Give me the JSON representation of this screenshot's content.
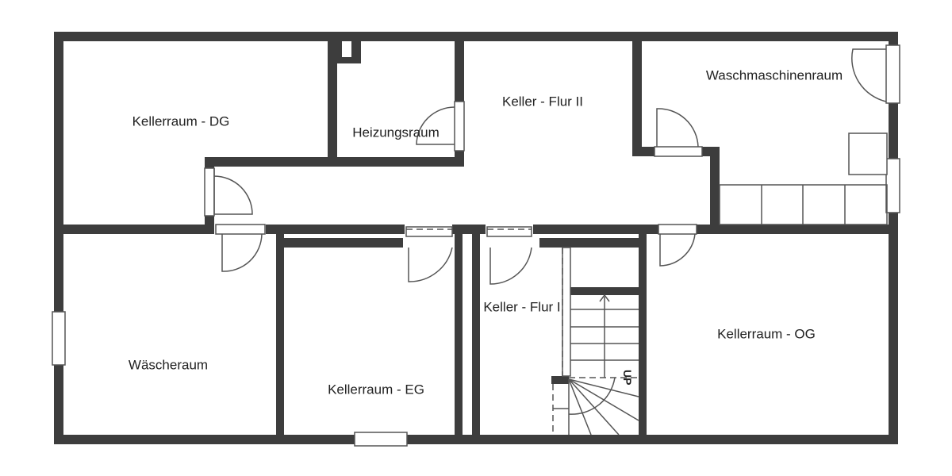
{
  "rooms": {
    "kellerraum_dg": "Kellerraum -  DG",
    "heizungsraum": "Heizungsraum",
    "keller_flur_ii": "Keller - Flur II",
    "waschmaschinenraum": "Waschmaschinenraum",
    "keller_flur_i": "Keller - Flur I",
    "kellerraum_og": "Kellerraum -  OG",
    "waescheraum": "Wäscheraum",
    "kellerraum_eg": "Kellerraum -  EG"
  },
  "stairs": {
    "direction_label": "UP"
  },
  "colors": {
    "wall": "#3d3d3d",
    "background": "#ffffff"
  }
}
